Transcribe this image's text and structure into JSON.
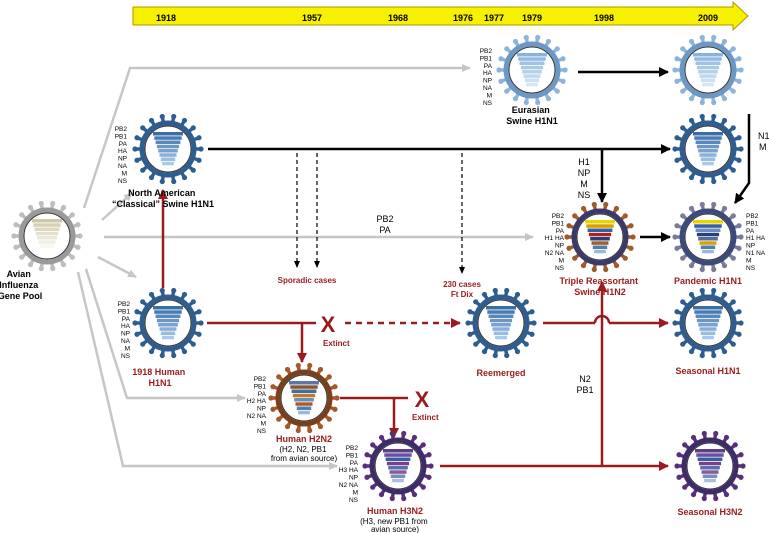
{
  "timeline": {
    "years": [
      "1918",
      "1957",
      "1968",
      "1976",
      "1977",
      "1979",
      "1998",
      "2009"
    ]
  },
  "segments_full": [
    "PB2",
    "PB1",
    "PA",
    "HA",
    "NP",
    "NA",
    "M",
    "NS"
  ],
  "colors": {
    "gray_arrow": "#c6c6c6",
    "red": "#9a1b1e",
    "black": "#000000",
    "timeline_fill": "#f7f100",
    "timeline_stroke": "#a99b00",
    "virus_blue_dark": "#2f5d8f",
    "virus_blue_light": "#9fc1e4",
    "avian_gray": "#bdbdbd",
    "h2n2_orange": "#a35a2a",
    "h3n2_purple": "#5a2f7a"
  },
  "nodes": {
    "avian": {
      "label_lines": [
        "Avian",
        "Influenza",
        "Gene Pool"
      ]
    },
    "classical": {
      "label_lines": [
        "North American",
        "“Classical” Swine H1N1"
      ]
    },
    "eurasian": {
      "label_lines": [
        "Eurasian",
        "Swine H1N1"
      ]
    },
    "human1918": {
      "label_lines": [
        "1918 Human",
        "H1N1"
      ],
      "segments": [
        "PB2",
        "PB1",
        "PA",
        "HA",
        "NP",
        "NA",
        "M",
        "NS"
      ]
    },
    "h2n2": {
      "label_lines": [
        "Human H2N2"
      ],
      "sublabel_lines": [
        "(H2, N2, PB1",
        "from avian source)"
      ],
      "segments": [
        "PB2",
        "PB1",
        "PA",
        "H2 HA",
        "NP",
        "N2 NA",
        "M",
        "NS"
      ]
    },
    "h3n2": {
      "label_lines": [
        "Human H3N2"
      ],
      "sublabel_lines": [
        "(H3, new PB1 from",
        "avian source)"
      ],
      "segments": [
        "PB2",
        "PB1",
        "PA",
        "H3 HA",
        "NP",
        "N2 NA",
        "M",
        "NS"
      ]
    },
    "reemerged": {
      "label_lines": [
        "Reemerged"
      ]
    },
    "triple": {
      "label_lines": [
        "Triple Reassortant",
        "Swine H1N2"
      ],
      "segments": [
        "PB2",
        "PB1",
        "PA",
        "H1 HA",
        "NP",
        "N2 NA",
        "M",
        "NS"
      ]
    },
    "pandemic": {
      "label_lines": [
        "Pandemic H1N1"
      ],
      "segments": [
        "PB2",
        "PB1",
        "PA",
        "H1 HA",
        "NP",
        "N1 NA",
        "M",
        "NS"
      ]
    },
    "seasonal_h1n1": {
      "label_lines": [
        "Seasonal H1N1"
      ]
    },
    "seasonal_h3n2": {
      "label_lines": [
        "Seasonal H3N2"
      ]
    }
  },
  "annotations": {
    "sporadic": "Sporadic cases",
    "ftdix_lines": [
      "230 cases",
      "Ft Dix"
    ],
    "extinct": "Extinct",
    "extinct_mark": "X",
    "pb2pa_lines": [
      "PB2",
      "PA"
    ],
    "h1np_lines": [
      "H1",
      "NP",
      "M",
      "NS"
    ],
    "n1m_lines": [
      "N1",
      "M"
    ],
    "n2pb1_lines": [
      "N2",
      "PB1"
    ]
  }
}
